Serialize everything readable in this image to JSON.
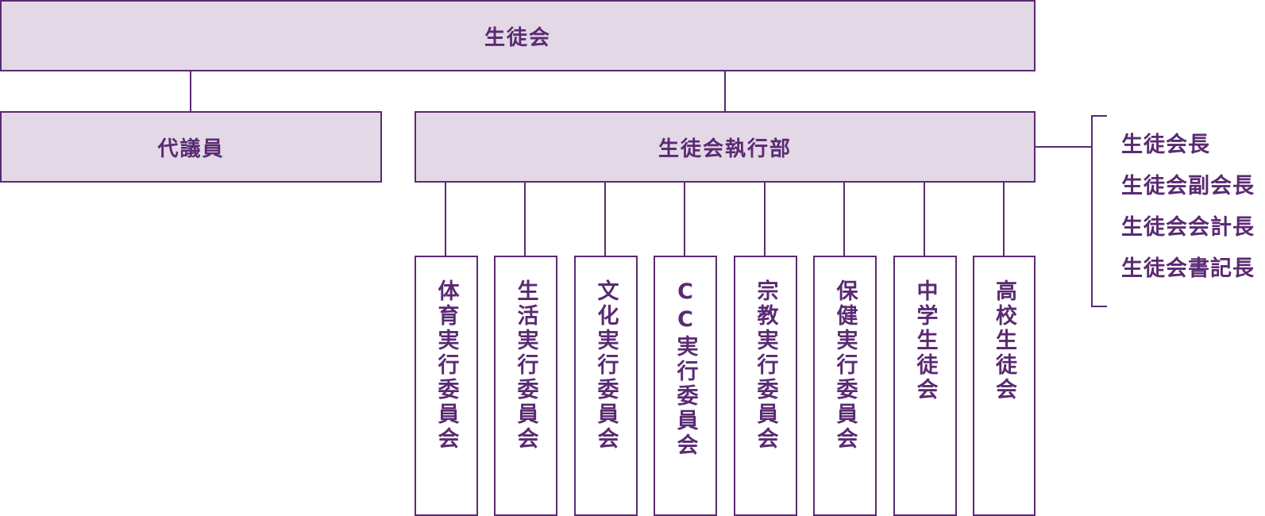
{
  "top": {
    "label": "生徒会"
  },
  "delegates": {
    "label": "代議員"
  },
  "executive": {
    "label": "生徒会執行部"
  },
  "committees": [
    {
      "label": "体育実行委員会"
    },
    {
      "label": "生活実行委員会"
    },
    {
      "label": "文化実行委員会"
    },
    {
      "label": "CC実行委員会"
    },
    {
      "label": "宗教実行委員会"
    },
    {
      "label": "保健実行委員会"
    },
    {
      "label": "中学生徒会"
    },
    {
      "label": "高校生徒会"
    }
  ],
  "officers": [
    {
      "label": "生徒会長"
    },
    {
      "label": "生徒会副会長"
    },
    {
      "label": "生徒会会計長"
    },
    {
      "label": "生徒会書記長"
    }
  ],
  "colors": {
    "accent": "#5a2a72",
    "fill": "#e3d8e6"
  }
}
